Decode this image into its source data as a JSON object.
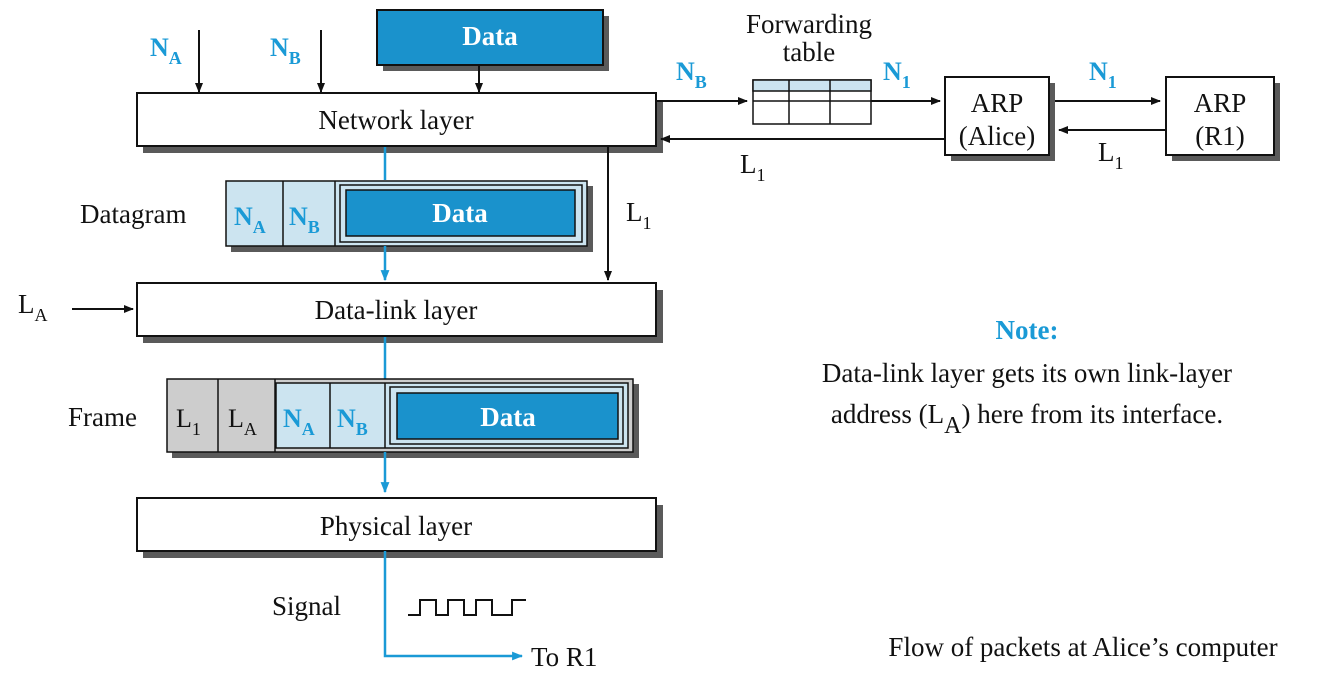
{
  "data_box": {
    "label": "Data"
  },
  "inputs": {
    "na": "N",
    "na_sub": "A",
    "nb": "N",
    "nb_sub": "B"
  },
  "layers": {
    "network": "Network layer",
    "datalink": "Data-link layer",
    "physical": "Physical layer"
  },
  "datagram": {
    "label": "Datagram",
    "na": "N",
    "na_sub": "A",
    "nb": "N",
    "nb_sub": "B",
    "data": "Data"
  },
  "frame": {
    "label": "Frame",
    "l1": "L",
    "l1_sub": "1",
    "la": "L",
    "la_sub": "A",
    "na": "N",
    "na_sub": "A",
    "nb": "N",
    "nb_sub": "B",
    "data": "Data"
  },
  "la_input": {
    "main": "L",
    "sub": "A"
  },
  "l1_down": {
    "main": "L",
    "sub": "1"
  },
  "forwarding": {
    "title_line1": "Forwarding",
    "title_line2": "table",
    "in_main": "N",
    "in_sub": "B",
    "out_main": "N",
    "out_sub": "1",
    "back_main": "L",
    "back_sub": "1"
  },
  "arp_alice": {
    "line1": "ARP",
    "line2": "(Alice)"
  },
  "arp_r1": {
    "line1": "ARP",
    "line2": "(R1)"
  },
  "arp_link": {
    "out_main": "N",
    "out_sub": "1",
    "back_main": "L",
    "back_sub": "1"
  },
  "note": {
    "title": "Note:",
    "line1": "Data-link layer gets its own link-layer",
    "line2_pre": "address (L",
    "line2_sub": "A",
    "line2_post": ") here from its interface."
  },
  "signal": {
    "label": "Signal"
  },
  "to_r1": "To R1",
  "caption": "Flow of packets at Alice’s computer",
  "colors": {
    "blue": "#1a9ad6",
    "blue_fill": "#1a92cc",
    "light_blue": "#cce4f0",
    "gray": "#cdcdcd",
    "shadow": "#5a5a5a"
  }
}
